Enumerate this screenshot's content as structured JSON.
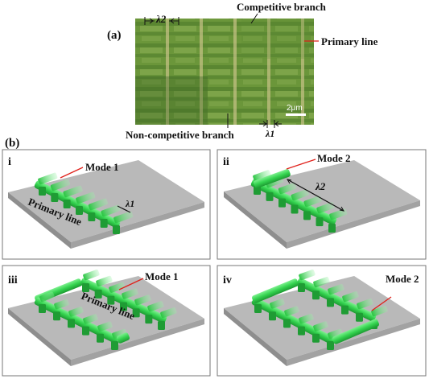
{
  "part_a": {
    "label": "(a)",
    "callouts": {
      "competitive_branch": "Competitive branch",
      "primary_line": "Primary line",
      "non_competitive_branch": "Non-competitive branch",
      "lambda2": "λ2",
      "lambda1": "λ1",
      "scale_bar": "2μm"
    },
    "colors": {
      "micrograph_base": "#6f9a3c",
      "boundary": "#c8c08a"
    }
  },
  "part_b": {
    "label": "(b)",
    "panels": [
      {
        "id": "i",
        "mode_label": "Mode 1",
        "annotations": [
          "Primary line",
          "λ1"
        ]
      },
      {
        "id": "ii",
        "mode_label": "Mode 2",
        "annotations": [
          "λ2"
        ]
      },
      {
        "id": "iii",
        "mode_label": "Mode 1",
        "annotations": [
          "Primary line"
        ]
      },
      {
        "id": "iv",
        "mode_label": "Mode 2",
        "annotations": []
      }
    ],
    "colors": {
      "slab_top": "#b9b9b9",
      "slab_side": "#8c8c8c",
      "bar": "#33d14f",
      "bar_dark": "#1e9e34",
      "callout_line": "#e0201a"
    }
  }
}
